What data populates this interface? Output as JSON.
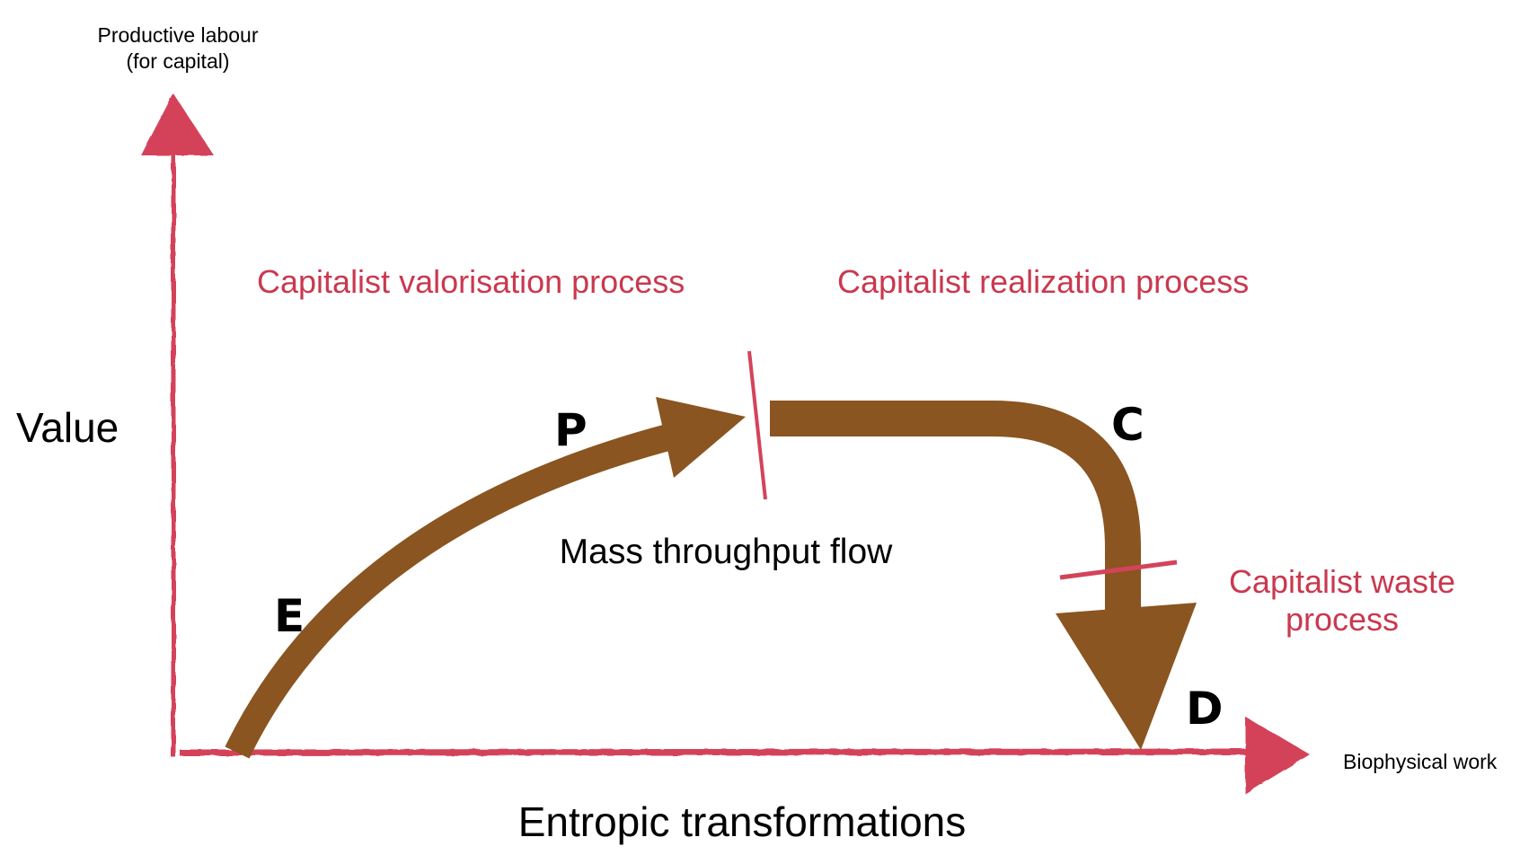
{
  "colors": {
    "axis": "#d4435a",
    "flow": "#8a5520",
    "process_text": "#c9394f",
    "text": "#000000"
  },
  "axes": {
    "y_top_label_line1": "Productive labour",
    "y_top_label_line2": "(for capital)",
    "y_label": "Value",
    "x_end_label": "Biophysical work",
    "x_label": "Entropic transformations"
  },
  "processes": {
    "valorisation": "Capitalist valorisation process",
    "realization": "Capitalist realization process",
    "waste_line1": "Capitalist waste",
    "waste_line2": "process"
  },
  "flow": {
    "label": "Mass throughput flow"
  },
  "stages": {
    "e": "E",
    "p": "P",
    "c": "C",
    "d": "D"
  }
}
